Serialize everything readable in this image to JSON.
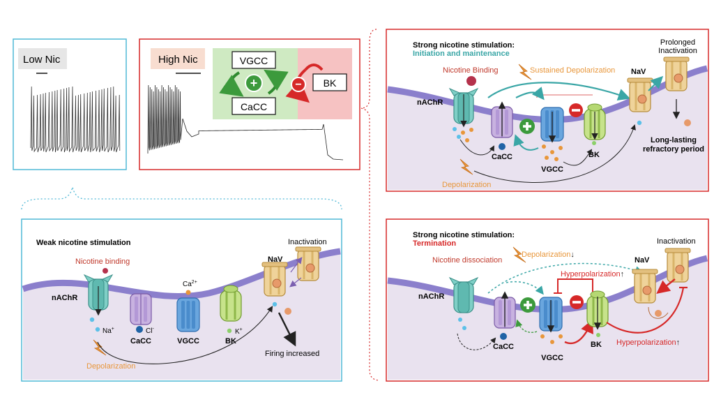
{
  "low_nic": {
    "label": "Low Nic"
  },
  "high_nic": {
    "label": "High Nic",
    "vgcc_box": "VGCC",
    "cacc_box": "CaCC",
    "bk_box": "BK",
    "plus_symbol": "+",
    "minus_symbol": "−"
  },
  "weak": {
    "title": "Weak nicotine stimulation",
    "binding": "Nicotine binding",
    "nachr": "nAChR",
    "cacc": "CaCC",
    "vgcc": "VGCC",
    "bk": "BK",
    "nav": "NaV",
    "ca": "Ca",
    "ca_sup": "2+",
    "na": "Na",
    "na_sup": "+",
    "cl": "Cl",
    "cl_sup": "-",
    "k": "K",
    "k_sup": "+",
    "depolarization": "Depolarization",
    "inactivation": "Inactivation",
    "firing": "Firing increased"
  },
  "strong_init": {
    "title_line1": "Strong nicotine stimulation:",
    "title_line2": "Initiation and maintenance",
    "binding": "Nicotine Binding",
    "sustained": "Sustained Depolarization",
    "nachr": "nAChR",
    "cacc": "CaCC",
    "vgcc": "VGCC",
    "bk": "BK",
    "nav": "NaV",
    "prolonged_1": "Prolonged",
    "prolonged_2": "Inactivation",
    "refractory_1": "Long-lasting",
    "refractory_2": "refractory period",
    "depolarization": "Depolarization"
  },
  "strong_term": {
    "title_line1": "Strong nicotine stimulation:",
    "title_line2": "Termination",
    "dissociation": "Nicotine dissociation",
    "depolarization": "Depolarization",
    "hyperpolarization": "Hyperpolarization",
    "nachr": "nAChR",
    "cacc": "CaCC",
    "vgcc": "VGCC",
    "bk": "BK",
    "nav": "NaV",
    "inactivation": "Inactivation",
    "arrow_down": "↓",
    "arrow_up": "↑"
  },
  "colors": {
    "teal": "#3aa6a6",
    "red": "#d62828",
    "orange": "#e8963a",
    "membrane": "#7b6fc0",
    "cytoplasm": "#e9e2ef",
    "green": "#3c9a3c",
    "blue_frame": "#4fb8d6"
  }
}
